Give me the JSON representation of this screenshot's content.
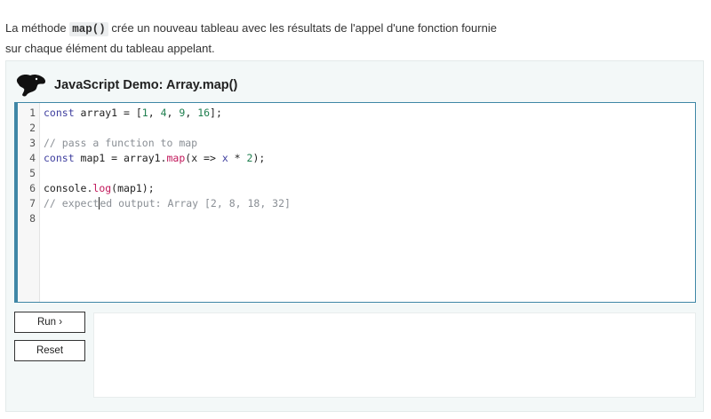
{
  "intro": {
    "text_before": "La méthode ",
    "code": "map()",
    "text_after": " crée un nouveau tableau avec les résultats de l'appel d'une fonction fournie sur chaque élément du tableau appelant."
  },
  "demo": {
    "title": "JavaScript Demo: Array.map()",
    "logo_icon": "dinosaur-head-icon",
    "accent_color": "#3f87a6"
  },
  "editor": {
    "line_numbers": [
      "1",
      "2",
      "3",
      "4",
      "5",
      "6",
      "7",
      "8"
    ],
    "lines": [
      [
        {
          "t": "kw",
          "v": "const"
        },
        {
          "t": "p",
          "v": " array1 = ["
        },
        {
          "t": "num",
          "v": "1"
        },
        {
          "t": "p",
          "v": ", "
        },
        {
          "t": "num",
          "v": "4"
        },
        {
          "t": "p",
          "v": ", "
        },
        {
          "t": "num",
          "v": "9"
        },
        {
          "t": "p",
          "v": ", "
        },
        {
          "t": "num",
          "v": "16"
        },
        {
          "t": "p",
          "v": "];"
        }
      ],
      [],
      [
        {
          "t": "cm",
          "v": "// pass a function to map"
        }
      ],
      [
        {
          "t": "kw",
          "v": "const"
        },
        {
          "t": "p",
          "v": " map1 = array1."
        },
        {
          "t": "fn",
          "v": "map"
        },
        {
          "t": "p",
          "v": "(x => "
        },
        {
          "t": "var",
          "v": "x"
        },
        {
          "t": "p",
          "v": " * "
        },
        {
          "t": "num",
          "v": "2"
        },
        {
          "t": "p",
          "v": ");"
        }
      ],
      [],
      [
        {
          "t": "p",
          "v": "console."
        },
        {
          "t": "fn",
          "v": "log"
        },
        {
          "t": "p",
          "v": "(map1);"
        }
      ],
      [
        {
          "t": "cm",
          "v": "// expect"
        },
        {
          "t": "cursor",
          "v": ""
        },
        {
          "t": "cm",
          "v": "ed output: Array [2, 8, 18, 32]"
        }
      ],
      []
    ]
  },
  "buttons": {
    "run_label": "Run ›",
    "reset_label": "Reset"
  },
  "output": {
    "text": ""
  }
}
